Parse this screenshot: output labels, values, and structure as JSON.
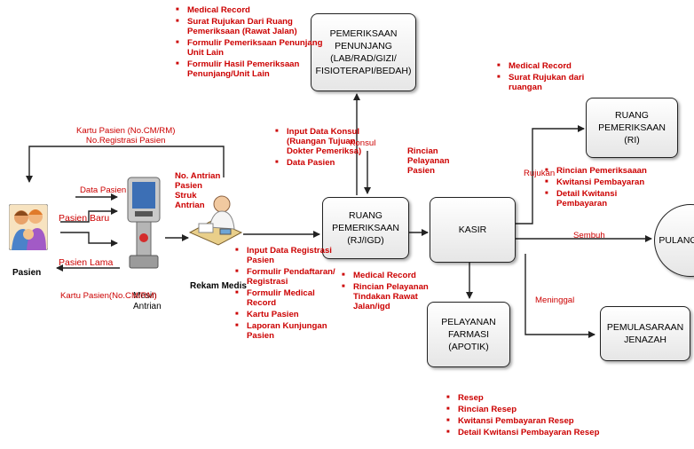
{
  "nodes": {
    "pemeriksaan_penunjang": "PEMERIKSAAN\nPENUNJANG\n(LAB/RAD/GIZI/\nFISIOTERAPI/BEDAH)",
    "ruang_pemeriksaan_rjigd": "RUANG\nPEMERIKSAAN\n(RJ/IGD)",
    "kasir": "KASIR",
    "ruang_pemeriksaan_ri": "RUANG\nPEMERIKSAAN\n(RI)",
    "pulang": "PULANG",
    "pelayanan_farmasi": "PELAYANAN\nFARMASI\n(APOTIK)",
    "pemulasaraan_jenazah": "PEMULASARAAN\nJENAZAH",
    "pasien": "Pasien",
    "mesin_antrian": "Mesin\nAntrian",
    "rekam_medis": "Rekam Medis"
  },
  "labels": {
    "kartu_pasien_top": "Kartu Pasien (No.CM/RM)\nNo.Registrasi Pasien",
    "data_pasien": "Data Pasien",
    "pasien_baru": "Pasien Baru",
    "pasien_lama": "Pasien Lama",
    "kartu_pasien_bottom": "Kartu Pasien(No.CM/RM)",
    "no_antrian": "No. Antrian\nPasien\nStruk\nAntrian",
    "konsul": "Konsul",
    "rincian_pelayanan_pasien": "Rincian\nPelayanan\nPasien",
    "rujukan": "Rujukan",
    "sembuh": "Sembuh",
    "meninggal": "Meninggal"
  },
  "lists": {
    "top_left": [
      "Medical Record",
      "Surat Rujukan Dari Ruang Pemeriksaan (Rawat Jalan)",
      "Formulir Pemeriksaan Penunjang Unit Lain",
      "Formulir Hasil Pemeriksaan Penunjang/Unit Lain"
    ],
    "input_konsul": [
      "Input Data Konsul (Ruangan Tujuan, Dokter Pemeriksa)",
      "Data Pasien"
    ],
    "top_right": [
      "Medical Record",
      "Surat Rujukan dari ruangan"
    ],
    "rekam_medis_out": [
      "Input Data Registrasi Pasien",
      "Formulir Pendaftaran/ Registrasi",
      "Formulir Medical Record",
      "Kartu Pasien",
      "Laporan Kunjungan Pasien"
    ],
    "ruang_out": [
      "Medical Record",
      "Rincian Pelayanan Tindakan Rawat Jalan/igd"
    ],
    "kasir_ri": [
      "Rincian Pemeriksaaan",
      "Kwitansi Pembayaran",
      "Detail Kwitansi Pembayaran"
    ],
    "farmasi": [
      "Resep",
      "Rincian Resep",
      "Kwitansi Pembayaran Resep",
      "Detail Kwitansi Pembayaran Resep"
    ]
  },
  "colors": {
    "label_red": "#cc0000",
    "line": "#222222"
  }
}
